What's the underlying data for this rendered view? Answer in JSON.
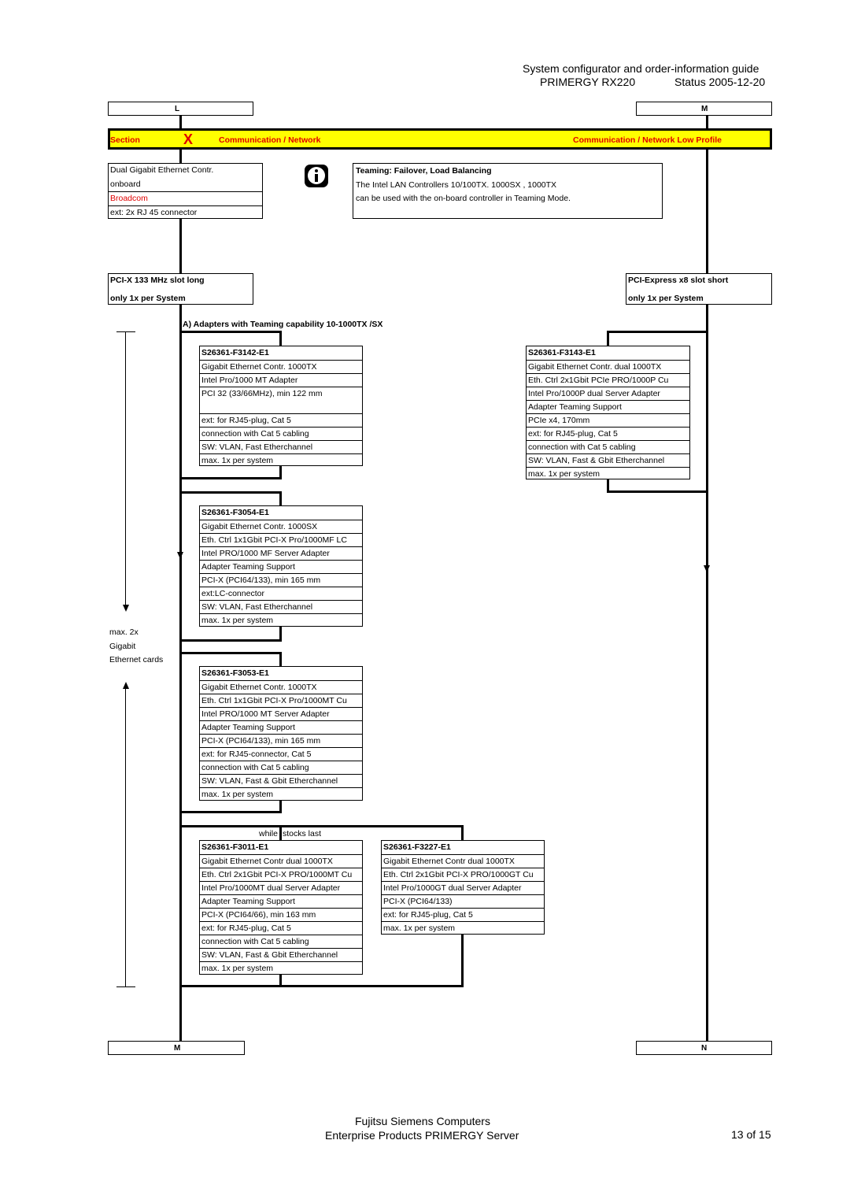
{
  "header": {
    "line1": "System configurator and order-information guide",
    "product": "PRIMERGY RX220",
    "status": "Status 2005-12-20"
  },
  "top_connectors": {
    "left": "L",
    "right": "M"
  },
  "section": {
    "label": "Section",
    "marker": "X",
    "title": "Communication / Network",
    "profile": "Communication / Network Low Profile"
  },
  "onboard": {
    "rows": [
      "Dual Gigabit  Ethernet Contr.",
      "onboard",
      "Broadcom",
      "ext: 2x RJ 45 connector"
    ]
  },
  "info_icon": "info-icon",
  "teaming_note": {
    "title": "Teaming: Failover, Load Balancing",
    "line1": "The Intel LAN Controllers 10/100TX. 1000SX , 1000TX",
    "line2": "can be used with the on-board controller in Teaming Mode."
  },
  "slot_left": {
    "line1": "PCI-X 133 MHz slot long",
    "line2": "only 1x per System"
  },
  "slot_right": {
    "line1": "PCI-Express x8 slot short",
    "line2": "only 1x per System"
  },
  "adapters_heading": "A) Adapters with Teaming capability 10-1000TX /SX",
  "max_note": [
    "max. 2x",
    "Gigabit",
    "Ethernet cards"
  ],
  "cards": {
    "f3142": [
      "S26361-F3142-E1",
      "Gigabit Ethernet Contr. 1000TX",
      "Intel  Pro/1000 MT Adapter",
      "PCI 32 (33/66MHz), min 122 mm",
      "ext: for RJ45-plug, Cat 5",
      "connection with Cat 5 cabling",
      "SW: VLAN, Fast Etherchannel",
      "max. 1x per system"
    ],
    "f3143": [
      "S26361-F3143-E1",
      "Gigabit Ethernet Contr. dual 1000TX",
      "Eth. Ctrl 2x1Gbit PCIe PRO/1000P Cu",
      "Intel  Pro/1000P dual Server Adapter",
      "Adapter Teaming Support",
      "PCIe x4, 170mm",
      "ext: for RJ45-plug, Cat 5",
      "connection with Cat 5 cabling",
      "SW: VLAN, Fast & Gbit Etherchannel",
      "max. 1x per system"
    ],
    "f3054": [
      "S26361-F3054-E1",
      "Gigabit Ethernet Contr. 1000SX",
      "Eth. Ctrl 1x1Gbit PCI-X Pro/1000MF LC",
      "Intel PRO/1000 MF Server Adapter",
      "Adapter Teaming Support",
      "PCI-X (PCI64/133), min 165 mm",
      "ext:LC-connector",
      "SW: VLAN, Fast Etherchannel",
      "max. 1x per system"
    ],
    "f3053": [
      "S26361-F3053-E1",
      "Gigabit Ethernet Contr. 1000TX",
      "Eth. Ctrl 1x1Gbit PCI-X Pro/1000MT Cu",
      "Intel PRO/1000 MT Server Adapter",
      "Adapter Teaming Support",
      "PCI-X (PCI64/133), min 165 mm",
      "ext: for RJ45-connector, Cat 5",
      "connection with Cat 5 cabling",
      "SW: VLAN, Fast & Gbit Etherchannel",
      "max. 1x per system"
    ],
    "f3011": [
      "S26361-F3011-E1",
      "Gigabit Ethernet Contr dual 1000TX",
      "Eth. Ctrl 2x1Gbit PCI-X PRO/1000MT Cu",
      "Intel  Pro/1000MT dual Server Adapter",
      "Adapter Teaming Support",
      "PCI-X (PCI64/66), min 163 mm",
      "ext: for RJ45-plug, Cat 5",
      "connection with Cat 5 cabling",
      "SW: VLAN, Fast & Gbit Etherchannel",
      "max. 1x per system"
    ],
    "f3227": [
      "S26361-F3227-E1",
      "Gigabit Ethernet Contr dual 1000TX",
      "Eth. Ctrl 2x1Gbit PCI-X PRO/1000GT Cu",
      "Intel  Pro/1000GT dual Server Adapter",
      "PCI-X (PCI64/133)",
      "ext: for RJ45-plug, Cat 5",
      "max. 1x per system"
    ]
  },
  "while_label": "while",
  "stocks_label": "stocks last",
  "bottom_connectors": {
    "left": "M",
    "right": "N"
  },
  "footer": {
    "company": "Fujitsu Siemens Computers",
    "division": "Enterprise Products PRIMERGY Server",
    "page": "13 of 15"
  }
}
